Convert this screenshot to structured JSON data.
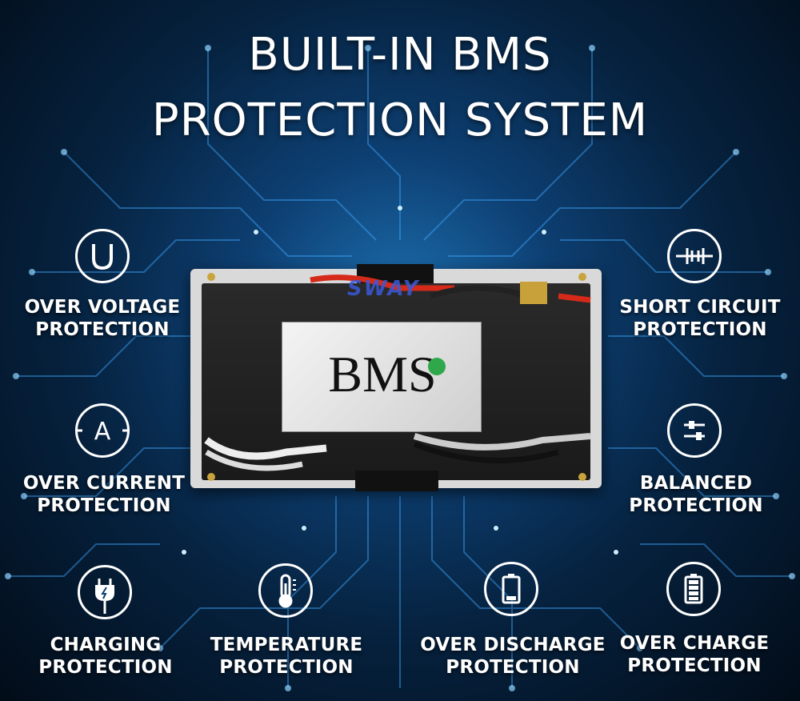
{
  "header": {
    "title_line1": "BUILT-IN BMS",
    "title_line2": "PROTECTION SYSTEM"
  },
  "device": {
    "board_label": "BMS",
    "logo_text": "SWAY"
  },
  "features": [
    {
      "icon": "voltage-u-icon",
      "line1": "OVER VOLTAGE",
      "line2": "PROTECTION"
    },
    {
      "icon": "short-circuit-icon",
      "line1": "SHORT CIRCUIT",
      "line2": "PROTECTION"
    },
    {
      "icon": "ampere-icon",
      "line1": "OVER CURRENT",
      "line2": "PROTECTION"
    },
    {
      "icon": "balance-sliders-icon",
      "line1": "BALANCED",
      "line2": "PROTECTION"
    },
    {
      "icon": "plug-icon",
      "line1": "CHARGING",
      "line2": "PROTECTION"
    },
    {
      "icon": "thermometer-icon",
      "line1": "TEMPERATURE",
      "line2": "PROTECTION"
    },
    {
      "icon": "battery-empty-icon",
      "line1": "OVER DISCHARGE",
      "line2": "PROTECTION"
    },
    {
      "icon": "battery-full-icon",
      "line1": "OVER CHARGE",
      "line2": "PROTECTION"
    }
  ],
  "colors": {
    "background_center": "#1d6fb0",
    "background_edge": "#020c18",
    "text": "#ffffff",
    "board_badge": "#2ea84a"
  }
}
